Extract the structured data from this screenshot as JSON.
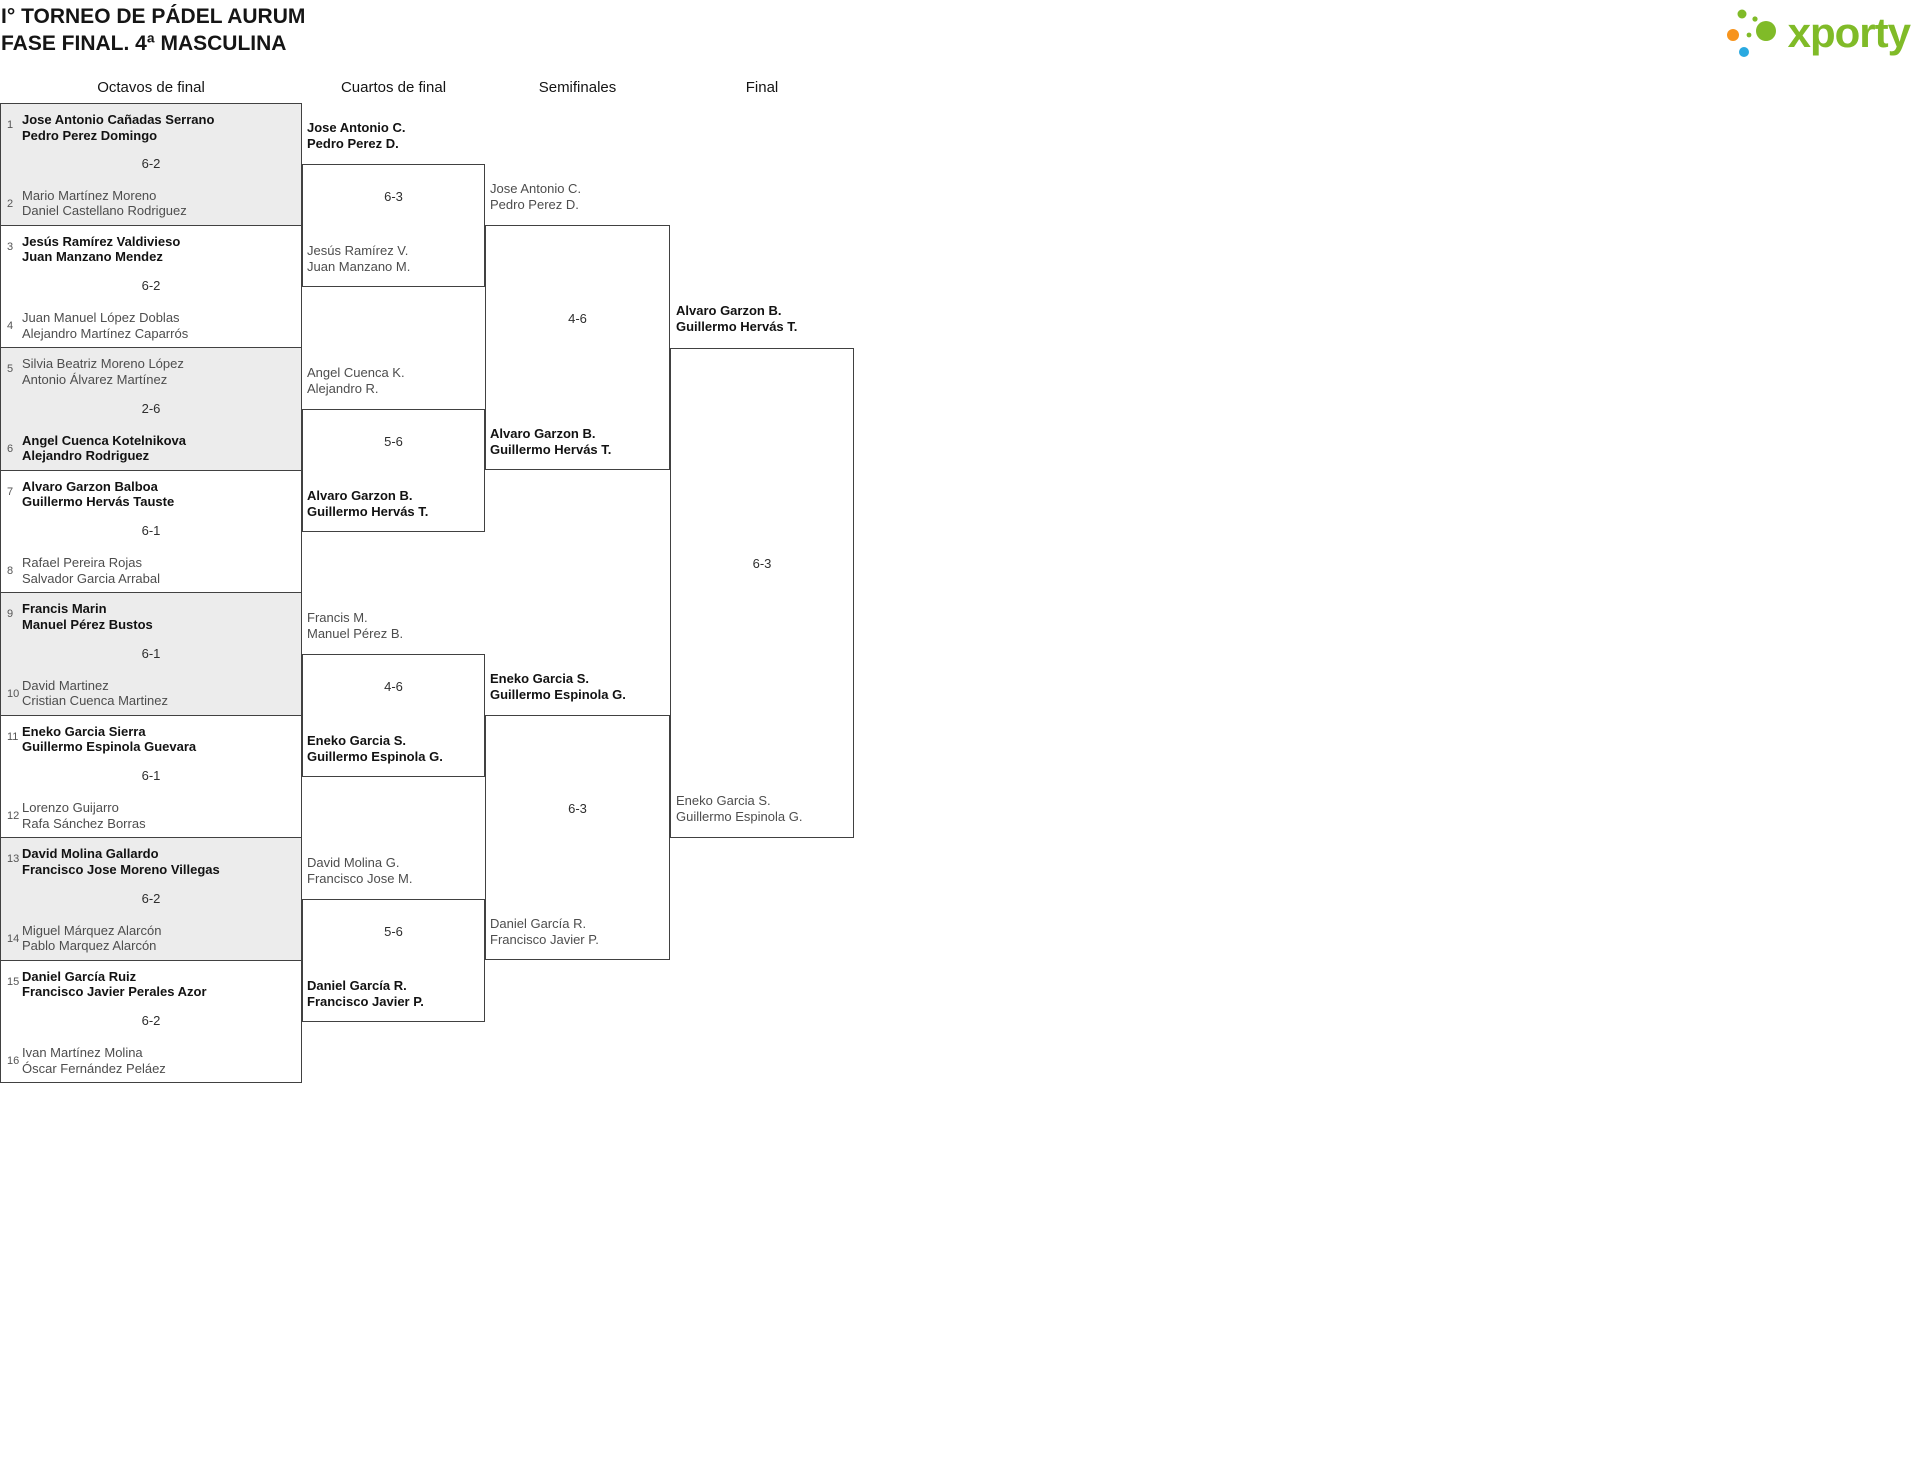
{
  "header": {
    "title_line1": "I° TORNEO DE PÁDEL AURUM",
    "title_line2": "FASE FINAL. 4ª MASCULINA"
  },
  "logo": {
    "wordmark": "xporty",
    "colors": {
      "green": "#80bb28",
      "orange": "#f7941d",
      "blue": "#2aa9e0"
    }
  },
  "rounds": {
    "r16": "Octavos de final",
    "qf": "Cuartos de final",
    "sf": "Semifinales",
    "final": "Final"
  },
  "bracket": {
    "r16_matches": [
      {
        "score": "6-2",
        "shaded": true,
        "top": {
          "seed": "1",
          "players": [
            "Jose Antonio Cañadas Serrano",
            "Pedro Perez Domingo"
          ],
          "winner": true
        },
        "bottom": {
          "seed": "2",
          "players": [
            "Mario Martínez Moreno",
            "Daniel Castellano Rodriguez"
          ],
          "winner": false
        }
      },
      {
        "score": "6-2",
        "shaded": false,
        "top": {
          "seed": "3",
          "players": [
            "Jesús Ramírez Valdivieso",
            "Juan Manzano Mendez"
          ],
          "winner": true
        },
        "bottom": {
          "seed": "4",
          "players": [
            "Juan Manuel López Doblas",
            "Alejandro Martínez Caparrós"
          ],
          "winner": false
        }
      },
      {
        "score": "2-6",
        "shaded": true,
        "top": {
          "seed": "5",
          "players": [
            "Silvia Beatriz Moreno López",
            "Antonio Álvarez Martínez"
          ],
          "winner": false
        },
        "bottom": {
          "seed": "6",
          "players": [
            "Angel Cuenca Kotelnikova",
            "Alejandro Rodriguez"
          ],
          "winner": true
        }
      },
      {
        "score": "6-1",
        "shaded": false,
        "top": {
          "seed": "7",
          "players": [
            "Alvaro Garzon Balboa",
            "Guillermo Hervás Tauste"
          ],
          "winner": true
        },
        "bottom": {
          "seed": "8",
          "players": [
            "Rafael Pereira Rojas",
            "Salvador Garcia Arrabal"
          ],
          "winner": false
        }
      },
      {
        "score": "6-1",
        "shaded": true,
        "top": {
          "seed": "9",
          "players": [
            "Francis Marin",
            "Manuel Pérez Bustos"
          ],
          "winner": true
        },
        "bottom": {
          "seed": "10",
          "players": [
            "David Martinez",
            "Cristian Cuenca Martinez"
          ],
          "winner": false
        }
      },
      {
        "score": "6-1",
        "shaded": false,
        "top": {
          "seed": "11",
          "players": [
            "Eneko Garcia Sierra",
            "Guillermo Espinola Guevara"
          ],
          "winner": true
        },
        "bottom": {
          "seed": "12",
          "players": [
            "Lorenzo Guijarro",
            "Rafa Sánchez Borras"
          ],
          "winner": false
        }
      },
      {
        "score": "6-2",
        "shaded": true,
        "top": {
          "seed": "13",
          "players": [
            "David Molina Gallardo",
            "Francisco Jose Moreno Villegas"
          ],
          "winner": true
        },
        "bottom": {
          "seed": "14",
          "players": [
            "Miguel Márquez Alarcón",
            "Pablo Marquez Alarcón"
          ],
          "winner": false
        }
      },
      {
        "score": "6-2",
        "shaded": false,
        "top": {
          "seed": "15",
          "players": [
            "Daniel García Ruiz",
            "Francisco Javier Perales Azor"
          ],
          "winner": true
        },
        "bottom": {
          "seed": "16",
          "players": [
            "Ivan Martínez Molina",
            "Óscar Fernández Peláez"
          ],
          "winner": false
        }
      }
    ],
    "quarterfinals": [
      {
        "score": "6-3",
        "top": {
          "players": [
            "Jose Antonio C.",
            "Pedro Perez D."
          ],
          "winner": true
        },
        "bottom": {
          "players": [
            "Jesús Ramírez V.",
            "Juan Manzano M."
          ],
          "winner": false
        }
      },
      {
        "score": "5-6",
        "top": {
          "players": [
            "Angel Cuenca K.",
            "Alejandro R."
          ],
          "winner": false
        },
        "bottom": {
          "players": [
            "Alvaro Garzon B.",
            "Guillermo Hervás T."
          ],
          "winner": true
        }
      },
      {
        "score": "4-6",
        "top": {
          "players": [
            "Francis M.",
            "Manuel Pérez B."
          ],
          "winner": false
        },
        "bottom": {
          "players": [
            "Eneko Garcia S.",
            "Guillermo Espinola G."
          ],
          "winner": true
        }
      },
      {
        "score": "5-6",
        "top": {
          "players": [
            "David Molina G.",
            "Francisco Jose M."
          ],
          "winner": false
        },
        "bottom": {
          "players": [
            "Daniel García R.",
            "Francisco Javier P."
          ],
          "winner": true
        }
      }
    ],
    "semifinals": [
      {
        "score": "4-6",
        "top": {
          "players": [
            "Jose Antonio C.",
            "Pedro Perez D."
          ],
          "winner": false
        },
        "bottom": {
          "players": [
            "Alvaro Garzon B.",
            "Guillermo Hervás T."
          ],
          "winner": true
        }
      },
      {
        "score": "6-3",
        "top": {
          "players": [
            "Eneko Garcia S.",
            "Guillermo Espinola G."
          ],
          "winner": true
        },
        "bottom": {
          "players": [
            "Daniel García R.",
            "Francisco Javier P."
          ],
          "winner": false
        }
      }
    ],
    "final": {
      "score": "6-3",
      "top": {
        "players": [
          "Alvaro Garzon B.",
          "Guillermo Hervás T."
        ],
        "winner": true
      },
      "bottom": {
        "players": [
          "Eneko Garcia S.",
          "Guillermo Espinola G."
        ],
        "winner": false
      }
    }
  }
}
